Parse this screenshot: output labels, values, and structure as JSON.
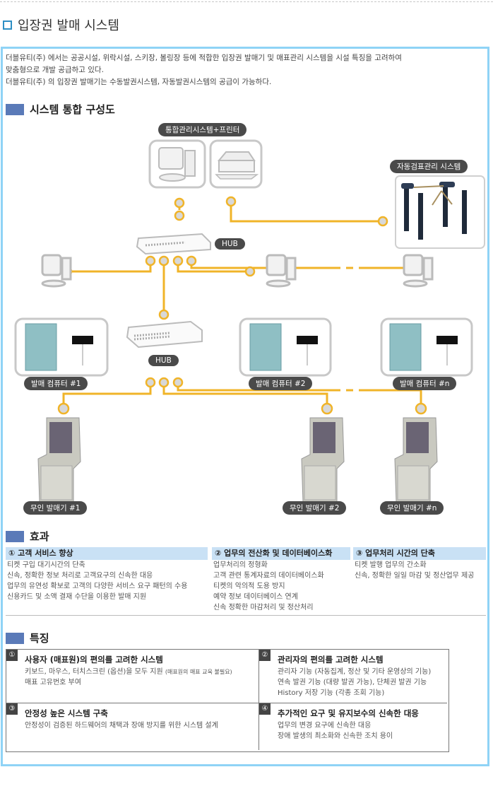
{
  "page": {
    "title": "입장권 발매 시스템",
    "intro_lines": [
      "더블유티(주) 에서는 공공시설, 위락시설, 스키장, 볼링장 등에 적합한 입장권 발매기 및 매표관리 시스템을 시설 특징을 고려하여",
      "맞춤형으로 개발 공급하고 있다.",
      "더블유티(주) 의 입장권 발매기는 수동발권시스템, 자동발권시스템의 공급이 가능하다."
    ]
  },
  "diagram": {
    "heading": "시스템 통합 구성도",
    "labels": {
      "central": "통합관리시스템+프린터",
      "gate": "자동검표관리 시스템",
      "hub1": "HUB",
      "hub2": "HUB",
      "pc1": "발매 컴퓨터 #1",
      "pc2": "발매 컴퓨터 #2",
      "pcn": "발매 컴퓨터 #n",
      "kiosk1": "무인 발매기 #1",
      "kiosk2": "무인 발매기 #2",
      "kioskn": "무인 발매기 #n"
    },
    "colors": {
      "line": "#f0b429",
      "node_fill": "#d8d8d8",
      "pill": "#4a4a4a"
    }
  },
  "effects": {
    "heading": "효과",
    "columns": [
      {
        "title": "① 고객 서비스 향상",
        "items": [
          "티켓 구입 대기시간의 단축",
          "신속, 정확한 정보 처리로 고객요구의 신속한 대응",
          "업무의 유연성 확보로 고객의 다양한 서비스 요구 패턴의 수용",
          "신용카드 및 소액 결재 수단을 이용한 발매 지원"
        ]
      },
      {
        "title": "② 업무의 전산화 및 데이터베이스화",
        "items": [
          "업무처리의 정형화",
          "고객 관련 통계자료의 데이터베이스화",
          "티켓의 악의적 도용 방지",
          "예약 정보 데이터베이스 연계",
          "신속 정확한 마감처리 및 정산처리"
        ]
      },
      {
        "title": "③ 업무처리 시간의 단축",
        "items": [
          "티켓 발행 업무의 간소화",
          "신속, 정확한 일일 마감 및 정산업무 제공"
        ]
      }
    ]
  },
  "features": {
    "heading": "특징",
    "cells": [
      {
        "num": "①",
        "title": "사용자 (매표원)의 편의를 고려한 시스템",
        "items": [
          "키보드, 마우스, 터치스크린 (옵션)을 모두 지원",
          "매표 고유번호 부여"
        ],
        "note": "(매표원의 매표 교육 불필요)"
      },
      {
        "num": "②",
        "title": "관리자의 편의를 고려한 시스템",
        "items": [
          "관리자 기능 (자동집계, 정산 및 기타 운영상의 기능)",
          "연속 발권 기능 (대량 발권 가능), 단체권 발권 기능",
          "History  저장 기능 (각종 조회 기능)"
        ]
      },
      {
        "num": "③",
        "title": "안정성 높은 시스템 구축",
        "items": [
          "안정성이 검증된 하드웨어의 채택과 장애 방지를 위한 시스템 설계"
        ]
      },
      {
        "num": "④",
        "title": "추가적인 요구 및 유지보수의 신속한 대응",
        "items": [
          "업무의 변경 요구에 신속한 대응",
          "장애 발생의 최소화와 신속한 조치 용이"
        ]
      }
    ]
  }
}
